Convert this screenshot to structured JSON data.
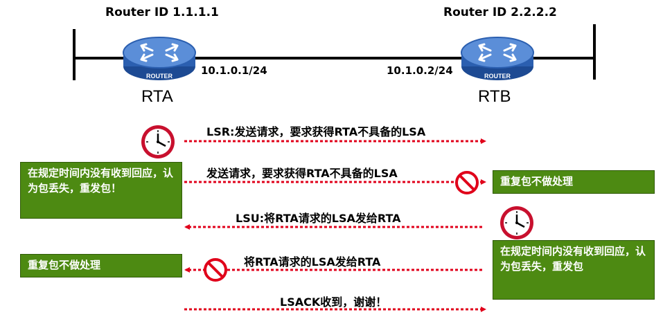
{
  "routers": {
    "rta": {
      "router_id": "Router ID 1.1.1.1",
      "name": "RTA",
      "ip": "10.1.0.1/24",
      "badge": "ROUTER"
    },
    "rtb": {
      "router_id": "Router ID 2.2.2.2",
      "name": "RTB",
      "ip": "10.1.0.2/24",
      "badge": "ROUTER"
    }
  },
  "messages": {
    "lsr": "LSR:发送请求，要求获得RTA不具备的LSA",
    "lsr_retransmit": "发送请求，要求获得RTA不具备的LSA",
    "lsu": "LSU:将RTA请求的LSA发给RTA",
    "lsu_retransmit": "将RTA请求的LSA发给RTA",
    "lsack": "LSACK收到，谢谢！"
  },
  "notes": {
    "rta_timeout": "在规定时间内没有收到回应，认为包丢失，重发包！",
    "rtb_duplicate": "重复包不做处理",
    "rtb_timeout": "在规定时间内没有收到回应，认为包丢失，重发包",
    "rta_duplicate": "重复包不做处理"
  },
  "colors": {
    "arrow": "#e0001a",
    "note_fill": "#4d8a12",
    "router_body": "#2b5fb0",
    "router_top": "#5b8ed8",
    "clock_rim": "#c8102e",
    "no_sign": "#e0001a"
  },
  "icons": {
    "router": "router-icon",
    "clock": "clock-icon",
    "discard": "no-entry-icon"
  }
}
